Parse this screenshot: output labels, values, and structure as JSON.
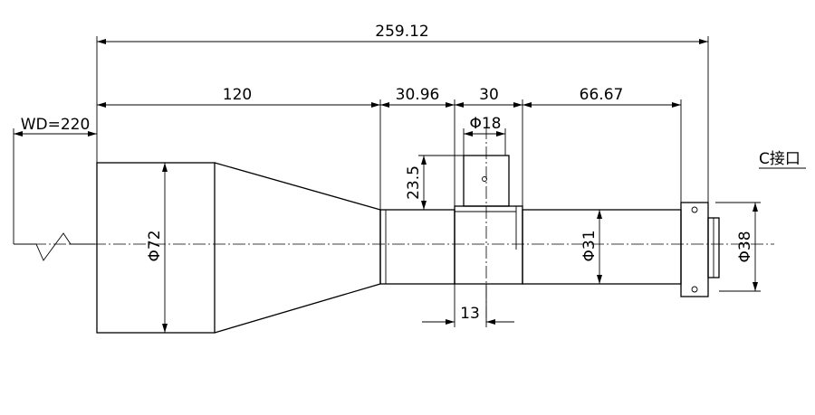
{
  "dimensions": {
    "total_length": "259.12",
    "front_length": "120",
    "mid_length": "30.96",
    "block_width": "30",
    "rear_length": "66.67",
    "working_distance": "WD=220",
    "front_diameter": "Φ72",
    "body_diameter": "Φ31",
    "mount_diameter": "Φ38",
    "port_diameter": "Φ18",
    "port_height": "23.5",
    "port_offset": "13"
  },
  "labels": {
    "mount_type": "C接口"
  }
}
